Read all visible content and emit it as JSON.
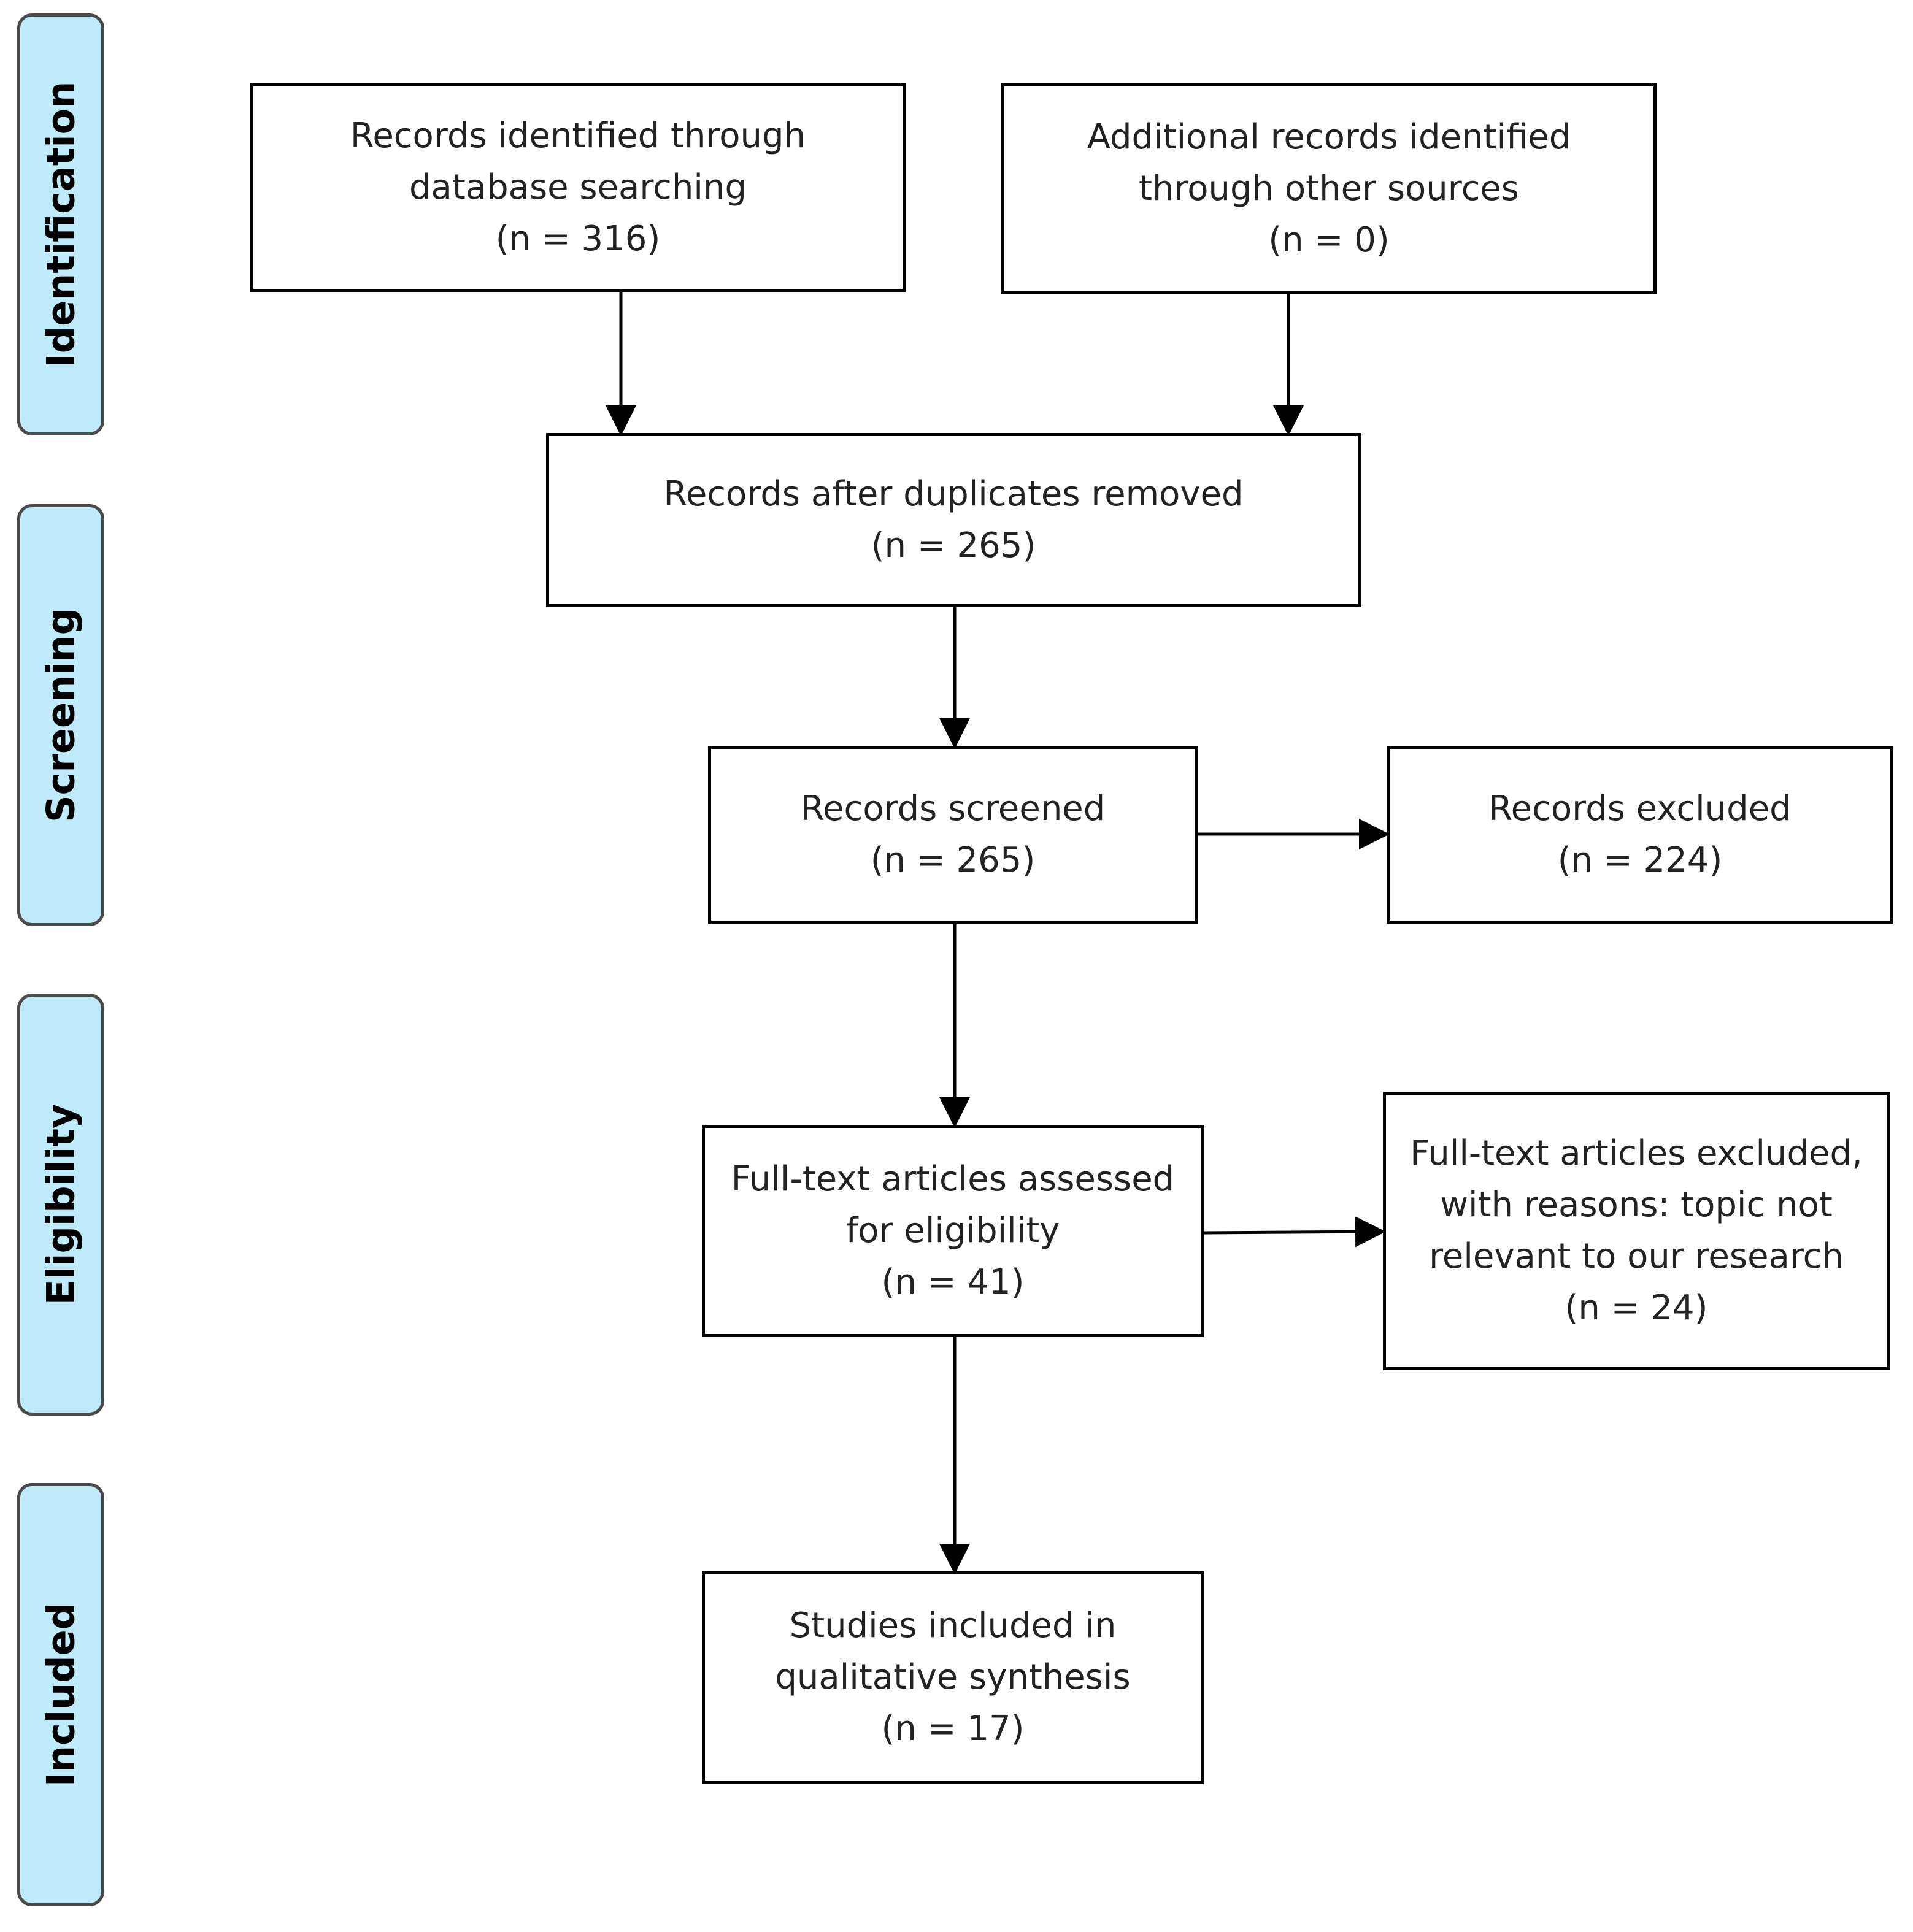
{
  "stages": {
    "identification": "Identification",
    "screening": "Screening",
    "eligibility": "Eligibility",
    "included": "Included"
  },
  "boxes": {
    "database_records": {
      "line1": "Records identified through",
      "line2": "database searching",
      "line3": "(n = 316)"
    },
    "other_sources": {
      "line1": "Additional records identified",
      "line2": "through other sources",
      "line3": "(n = 0)"
    },
    "duplicates_removed": {
      "line1": "Records after duplicates removed",
      "line2": "(n = 265)"
    },
    "records_screened": {
      "line1": "Records screened",
      "line2": "(n = 265)"
    },
    "records_excluded": {
      "line1": "Records excluded",
      "line2": "(n = 224)"
    },
    "fulltext_assessed": {
      "line1": "Full-text articles assessed",
      "line2": "for eligibility",
      "line3": "(n = 41)"
    },
    "fulltext_excluded": {
      "line1": "Full-text articles excluded,",
      "line2": "with reasons: topic not",
      "line3": "relevant to our research",
      "line4": "(n = 24)"
    },
    "studies_included": {
      "line1": "Studies included in",
      "line2": "qualitative synthesis",
      "line3": "(n = 17)"
    }
  },
  "colors": {
    "stage_fill": "#bfeaf9",
    "stage_border": "#4a4a4a",
    "box_border": "#000000",
    "arrow": "#000000"
  }
}
